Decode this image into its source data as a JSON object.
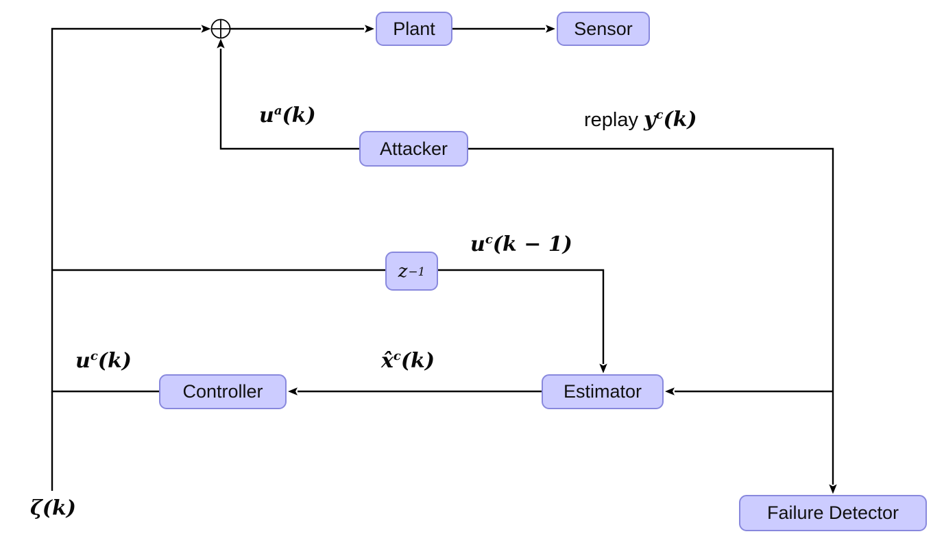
{
  "diagram": {
    "kind": "control-system block diagram (replay attack)",
    "colors": {
      "node_fill": "#ccccff",
      "node_border": "#8888dd",
      "wire": "#000000",
      "background": "#ffffff"
    },
    "nodes": {
      "plant": {
        "label": "Plant"
      },
      "sensor": {
        "label": "Sensor"
      },
      "attacker": {
        "label": "Attacker"
      },
      "delay": {
        "base": "z",
        "sup": "−1"
      },
      "controller": {
        "label": "Controller"
      },
      "estimator": {
        "label": "Estimator"
      },
      "failure_detector": {
        "label": "Failure Detector"
      }
    },
    "labels": {
      "u_a": {
        "prefix": "",
        "base": "u",
        "sup": "a",
        "rest": "(k)"
      },
      "replay": {
        "prefix": "replay ",
        "base": "y",
        "sup": "c",
        "rest": "(k)"
      },
      "u_prev": {
        "prefix": "",
        "base": "u",
        "sup": "c",
        "rest": "(k − 1)"
      },
      "u_c": {
        "prefix": "",
        "base": "u",
        "sup": "c",
        "rest": "(k)"
      },
      "x_hat": {
        "prefix": "",
        "base": "x̂",
        "sup": "c",
        "rest": "(k)"
      },
      "zeta": {
        "prefix": "",
        "base": "ζ",
        "sup": "",
        "rest": "(k)"
      }
    },
    "sum_node": {
      "symbol": "⊕"
    },
    "edges": [
      {
        "from": "controller",
        "to": "sum",
        "via": "left feedback riser",
        "arrow": true
      },
      {
        "from": "sum",
        "to": "plant",
        "arrow": true
      },
      {
        "from": "plant",
        "to": "sensor",
        "arrow": true
      },
      {
        "from": "attacker",
        "to": "sum",
        "label_ref": "u_a",
        "arrow": true
      },
      {
        "from": "attacker",
        "to": "estimator",
        "label_ref": "replay",
        "arrow": true
      },
      {
        "from": "attacker",
        "to": "failure_detector",
        "arrow": true
      },
      {
        "from": "controller",
        "to": "estimator",
        "via": "delay",
        "label_ref": "u_prev",
        "arrow": true
      },
      {
        "from": "estimator",
        "to": "controller",
        "label_ref": "x_hat",
        "arrow": true
      },
      {
        "from": "controller-output",
        "to": "external",
        "label_ref": "zeta",
        "arrow": false
      }
    ]
  }
}
